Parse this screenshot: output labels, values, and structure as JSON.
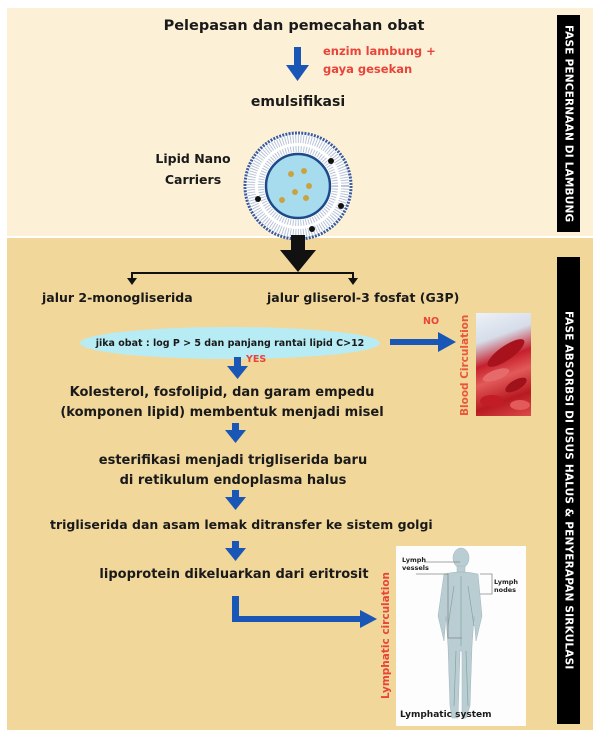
{
  "phases": {
    "digestion": "FASE PENCERNAAN DI LAMBUNG",
    "absorption": "FASE ABSORBSI DI USUS HALUS & PENYERAPAN SIRKULASI"
  },
  "colors": {
    "top_panel": "#fcf0d6",
    "bottom_panel": "#f1d79a",
    "arrow_blue": "#1a56b5",
    "accent_red": "#e8443a",
    "oval": "#b8ecf5"
  },
  "stomach": {
    "title": "Pelepasan dan pemecahan obat",
    "factor_line1": "enzim lambung +",
    "factor_line2": "gaya gesekan",
    "emulsification": "emulsifikasi",
    "carrier_line1": "Lipid Nano",
    "carrier_line2": "Carriers"
  },
  "intestine": {
    "path_left": "jalur 2-monogliserida",
    "path_right": "jalur gliserol-3 fosfat (G3P)",
    "condition": "jika obat : log P > 5 dan panjang rantai lipid C>12",
    "no_label": "NO",
    "yes_label": "YES",
    "blood_caption": "Blood Circulation",
    "step1_line1": "Kolesterol, fosfolipid, dan garam empedu",
    "step1_line2": "(komponen lipid) membentuk menjadi misel",
    "step2_line1": "esterifikasi menjadi trigliserida baru",
    "step2_line2": "di retikulum endoplasma halus",
    "step3": "trigliserida dan asam lemak ditransfer ke sistem golgi",
    "step4": "lipoprotein dikeluarkan dari eritrosit",
    "lymph_caption": "Lymphatic circulation",
    "lymph_vessels_1": "Lymph",
    "lymph_vessels_2": "vessels",
    "lymph_nodes_1": "Lymph",
    "lymph_nodes_2": "nodes",
    "lymph_system": "Lymphatic system"
  }
}
